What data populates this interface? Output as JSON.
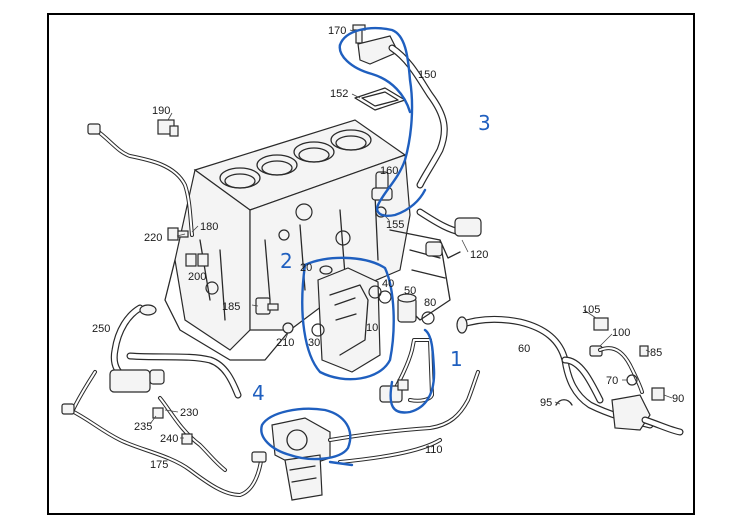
{
  "diagram": {
    "part_labels": [
      {
        "id": "p170",
        "text": "170"
      },
      {
        "id": "p150",
        "text": "150"
      },
      {
        "id": "p152",
        "text": "152"
      },
      {
        "id": "p190",
        "text": "190"
      },
      {
        "id": "p160",
        "text": "160"
      },
      {
        "id": "p155",
        "text": "155"
      },
      {
        "id": "p120",
        "text": "120"
      },
      {
        "id": "p180",
        "text": "180"
      },
      {
        "id": "p220",
        "text": "220"
      },
      {
        "id": "p200",
        "text": "200"
      },
      {
        "id": "p20",
        "text": "20"
      },
      {
        "id": "p40",
        "text": "40"
      },
      {
        "id": "p50",
        "text": "50"
      },
      {
        "id": "p80",
        "text": "80"
      },
      {
        "id": "p10",
        "text": "10"
      },
      {
        "id": "p30",
        "text": "30"
      },
      {
        "id": "p185",
        "text": "185"
      },
      {
        "id": "p210",
        "text": "210"
      },
      {
        "id": "p250",
        "text": "250"
      },
      {
        "id": "p105",
        "text": "105"
      },
      {
        "id": "p100",
        "text": "100"
      },
      {
        "id": "p85",
        "text": "85"
      },
      {
        "id": "p60",
        "text": "60"
      },
      {
        "id": "p70",
        "text": "70"
      },
      {
        "id": "p90",
        "text": "90"
      },
      {
        "id": "p95",
        "text": "95"
      },
      {
        "id": "p230",
        "text": "230"
      },
      {
        "id": "p235",
        "text": "235"
      },
      {
        "id": "p240",
        "text": "240"
      },
      {
        "id": "p175",
        "text": "175"
      },
      {
        "id": "p110",
        "text": "110"
      }
    ],
    "annotations": [
      {
        "id": "a1",
        "text": "1"
      },
      {
        "id": "a2",
        "text": "2"
      },
      {
        "id": "a3",
        "text": "3"
      },
      {
        "id": "a4",
        "text": "4"
      }
    ],
    "colors": {
      "ink": "#2a2a2a",
      "annotation": "#1f5fbf",
      "background": "#ffffff",
      "frame": "#000000"
    }
  }
}
